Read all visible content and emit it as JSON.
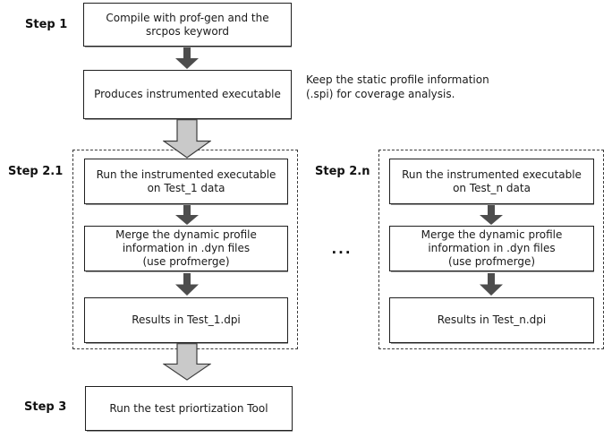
{
  "colors": {
    "background": "#ffffff",
    "box_border": "#1f1f1f",
    "box_shadow": "#999999",
    "dashed_border": "#3c3c3c",
    "small_arrow": "#4d4d4d",
    "big_arrow_fill": "#c9c9c9",
    "big_arrow_stroke": "#3d3d3d",
    "text": "#1a1a1a"
  },
  "labels": {
    "step1": "Step 1",
    "step2_1": "Step 2.1",
    "step2_n": "Step 2.n",
    "step3": "Step 3",
    "ellipsis": "..."
  },
  "step1": {
    "box_compile": [
      "Compile with prof-gen and the",
      "srcpos keyword"
    ],
    "box_produces": [
      "Produces instrumented executable"
    ]
  },
  "note": [
    "Keep the static profile information",
    "(.spi) for coverage analysis."
  ],
  "step2_1": {
    "box_run": [
      "Run the instrumented executable",
      "on Test_1 data"
    ],
    "box_merge": [
      "Merge the dynamic profile",
      "information in .dyn files",
      "(use profmerge)"
    ],
    "box_results": [
      "Results in Test_1.dpi"
    ]
  },
  "step2_n": {
    "box_run": [
      "Run the instrumented executable",
      "on Test_n data"
    ],
    "box_merge": [
      "Merge the dynamic profile",
      "information in .dyn files",
      "(use profmerge)"
    ],
    "box_results": [
      "Results in Test_n.dpi"
    ]
  },
  "step3": {
    "box_tool": [
      "Run the test priortization Tool"
    ]
  }
}
